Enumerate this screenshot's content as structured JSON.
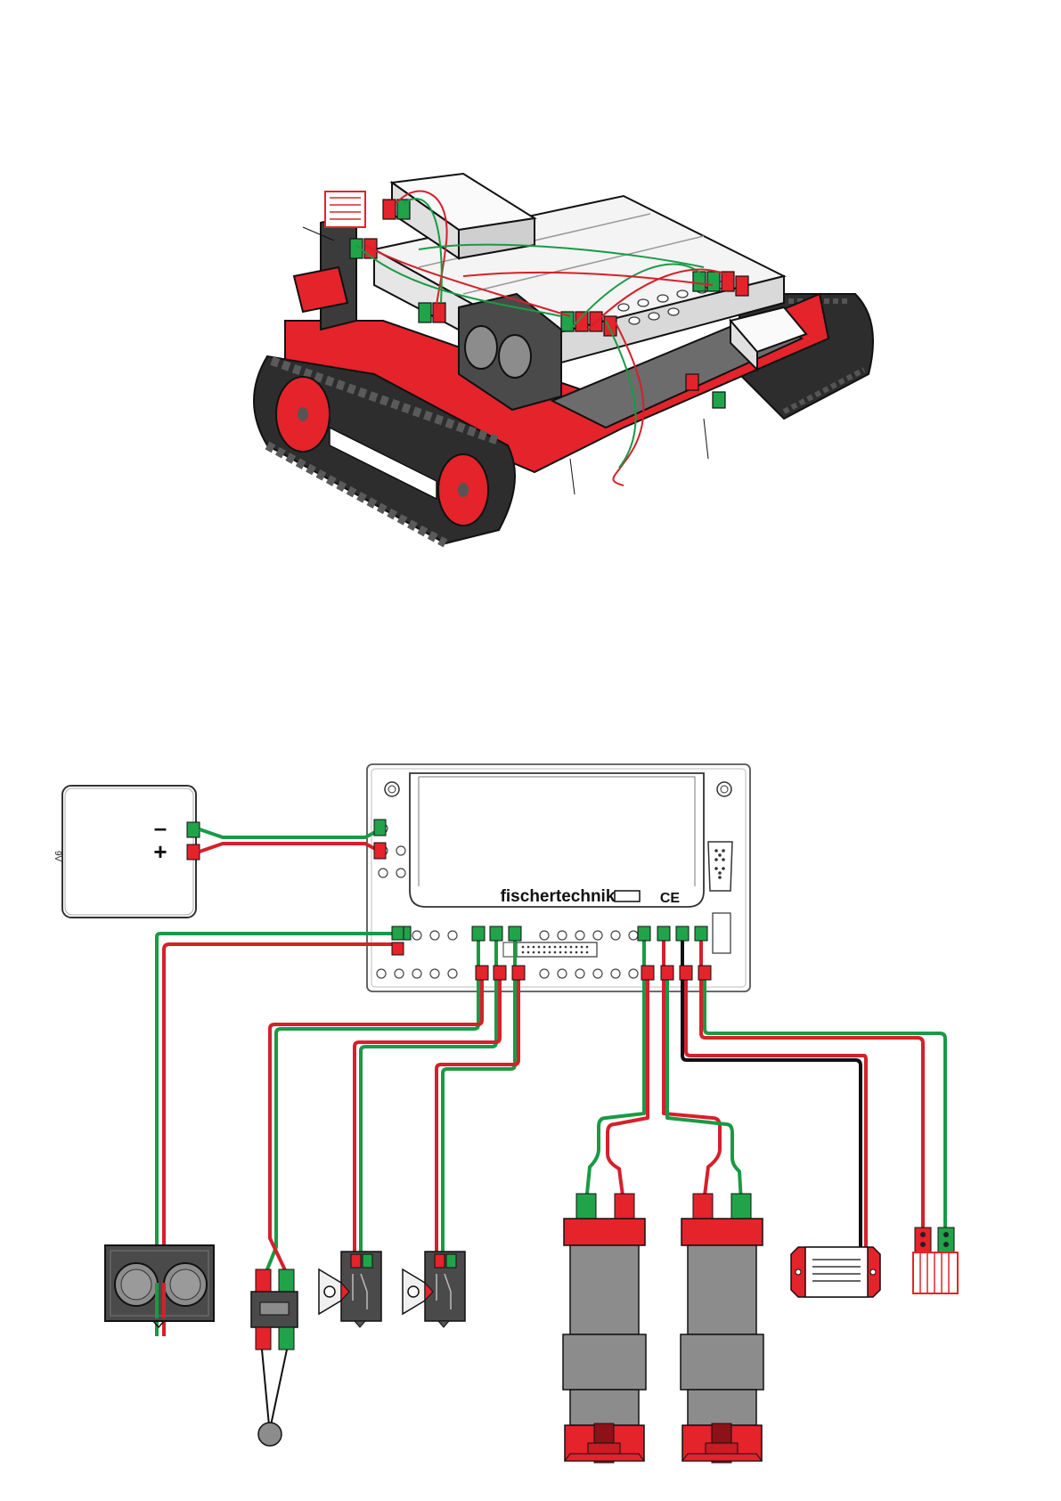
{
  "controller": {
    "brand": "fischertechnik",
    "ce_mark": "CE"
  },
  "battery": {
    "minus_sign": "–",
    "plus_sign": "+",
    "side_label": "9V"
  },
  "colors": {
    "wire_red": "#d6202a",
    "wire_green": "#1a9a45",
    "wire_black": "#111111",
    "plug_red": "#e4232b",
    "plug_green": "#21a34a",
    "housing_gray": "#8c8c8c",
    "dark_gray": "#4a4a4a"
  }
}
